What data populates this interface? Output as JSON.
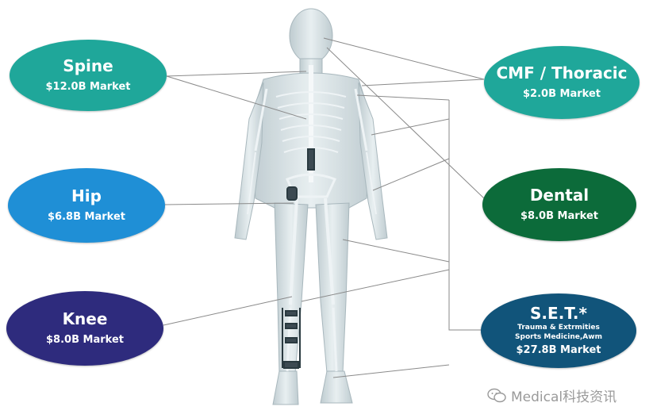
{
  "colors": {
    "teal": "#1fa79a",
    "blue": "#1f8fd6",
    "navy": "#2e2b7d",
    "green": "#0c6b3a",
    "dark_teal": "#11547a",
    "connector": "#8a8a8a"
  },
  "segments": {
    "spine": {
      "title": "Spine",
      "market": "$12.0B Market"
    },
    "hip": {
      "title": "Hip",
      "market": "$6.8B Market"
    },
    "knee": {
      "title": "Knee",
      "market": "$8.0B Market"
    },
    "cmf": {
      "title": "CMF / Thoracic",
      "market": "$2.0B Market"
    },
    "dental": {
      "title": "Dental",
      "market": "$8.0B Market"
    },
    "set": {
      "title": "S.E.T.*",
      "line1": "Trauma & Extrmities",
      "line2": "Sports Medicine,Awm",
      "market": "$27.8B Market"
    }
  },
  "watermark": {
    "icon": "wechat-icon",
    "text": "Medical科技资讯"
  }
}
